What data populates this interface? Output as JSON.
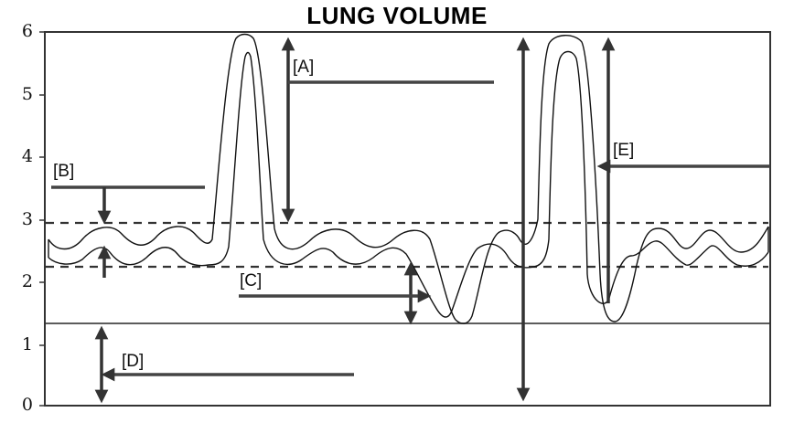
{
  "chart_data": {
    "type": "line",
    "title": "LUNG VOLUME",
    "xlabel": "",
    "ylabel": "",
    "ylim": [
      0,
      6
    ],
    "grid": false,
    "yticks": [
      "0",
      "1",
      "2",
      "3",
      "4",
      "5",
      "6"
    ],
    "reference_lines": [
      {
        "style": "dashed",
        "y": 2.95,
        "meaning": "upper tidal level"
      },
      {
        "style": "dashed",
        "y": 2.25,
        "meaning": "lower tidal level"
      },
      {
        "style": "solid",
        "y": 1.3,
        "meaning": "residual volume level"
      }
    ],
    "series": [
      {
        "name": "lung volume trace",
        "description": "tidal breathing oscillating 2.25-2.95, deep inspiration peak near 5.9, tidal breathing, forced expiration trough near 1.3, maximal inspiration near 5.9, maximal expiration near 1.3, then tidal breathing",
        "key_points": [
          {
            "label": "tidal peak",
            "y": 2.9
          },
          {
            "label": "tidal trough",
            "y": 2.25
          },
          {
            "label": "first deep inspiration peak",
            "y": 5.9
          },
          {
            "label": "expiratory reserve trough",
            "y": 1.35
          },
          {
            "label": "second maximal peak",
            "y": 5.9
          },
          {
            "label": "second maximal trough",
            "y": 1.35
          }
        ]
      }
    ],
    "annotations": [
      {
        "label": "[A]",
        "meaning": "double arrow from ~2.95 to ~5.9"
      },
      {
        "label": "[B]",
        "meaning": "arrows pointing at tidal band between 2.25 and 2.95"
      },
      {
        "label": "[C]",
        "meaning": "double arrow from ~2.25 down to ~1.3"
      },
      {
        "label": "[D]",
        "meaning": "double arrow from 0 to ~1.3"
      },
      {
        "label": "[E]",
        "meaning": "upward arrow from ~1.3 to ~5.9"
      }
    ]
  },
  "title": "LUNG VOLUME",
  "axis": {
    "y": [
      "0",
      "1",
      "2",
      "3",
      "4",
      "5",
      "6"
    ]
  },
  "markers": {
    "a": "[A]",
    "b": "[B]",
    "c": "[C]",
    "d": "[D]",
    "e": "[E]"
  }
}
